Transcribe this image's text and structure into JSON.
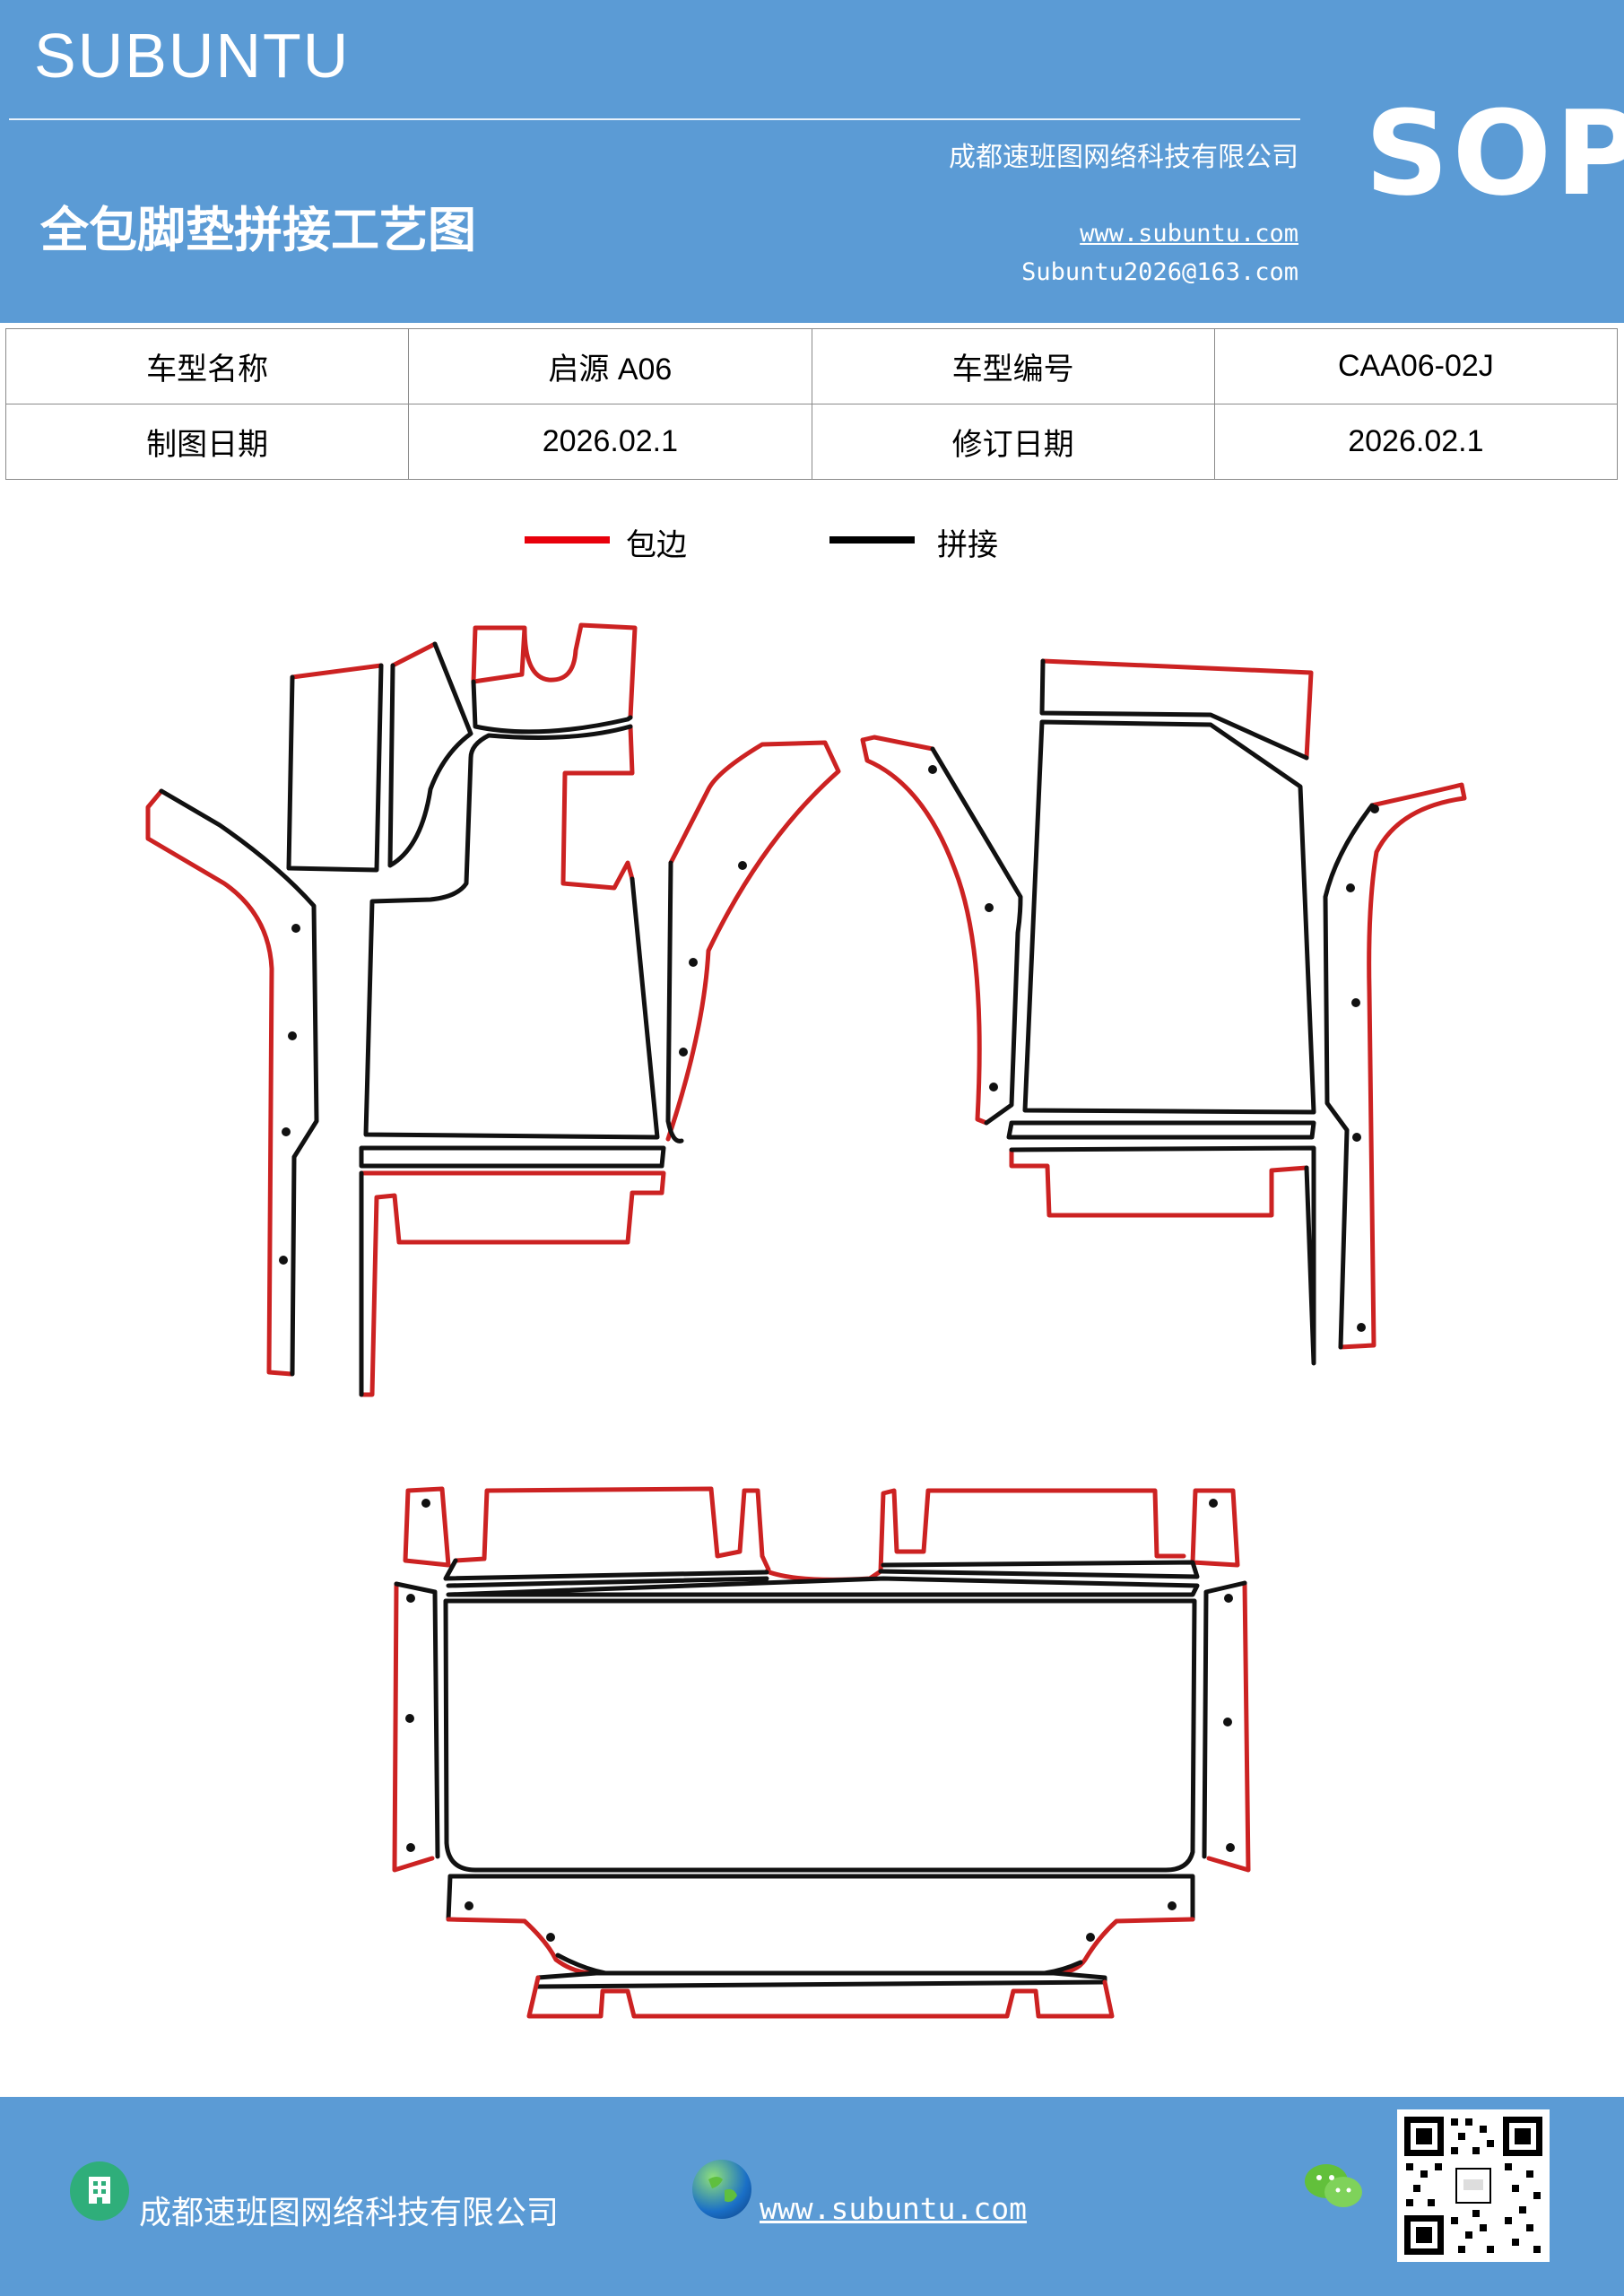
{
  "header": {
    "brand": "SUBUNTU",
    "company": "成都速班图网络科技有限公司",
    "title": "全包脚垫拼接工艺图",
    "website": "www.subuntu.com",
    "email": "Subuntu2026@163.com",
    "badge": "SOP"
  },
  "info_table": {
    "row1": {
      "label1": "车型名称",
      "value1": "启源 A06",
      "label2": "车型编号",
      "value2": "CAA06-02J"
    },
    "row2": {
      "label1": "制图日期",
      "value1": "2026.02.1",
      "label2": "修订日期",
      "value2": "2026.02.1"
    }
  },
  "legend": [
    {
      "label": "包边",
      "color": "#e8000b"
    },
    {
      "label": "拼接",
      "color": "#000000"
    }
  ],
  "colors": {
    "header_bg": "#5b9bd5",
    "edge": "#cc2222",
    "seam": "#111111"
  },
  "footer": {
    "company": "成都速班图网络科技有限公司",
    "website": "www.subuntu.com",
    "icons": [
      "building-icon",
      "globe-icon",
      "wechat-icon",
      "qr-code"
    ]
  }
}
